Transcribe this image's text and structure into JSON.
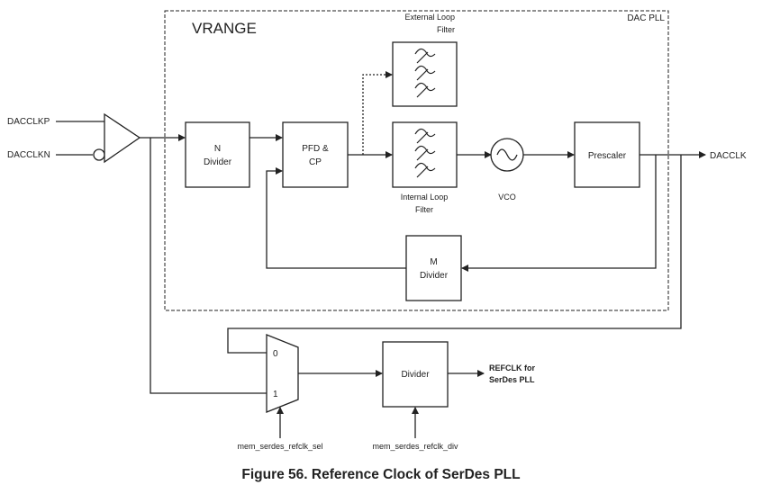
{
  "pll_region": {
    "title": "VRANGE",
    "corner_label": "DAC PLL"
  },
  "inputs": {
    "positive": "DACCLKP",
    "negative": "DACCLKN"
  },
  "blocks": {
    "n_divider": {
      "line1": "N",
      "line2": "Divider"
    },
    "pfd_cp": {
      "line1": "PFD &",
      "line2": "CP"
    },
    "external_filter": {
      "line1": "External Loop",
      "line2": "Filter"
    },
    "internal_filter": {
      "line1": "Internal Loop",
      "line2": "Filter"
    },
    "vco": {
      "label": "VCO"
    },
    "prescaler": {
      "label": "Prescaler"
    },
    "m_divider": {
      "line1": "M",
      "line2": "Divider"
    },
    "divider": {
      "label": "Divider"
    },
    "mux": {
      "input0": "0",
      "input1": "1"
    }
  },
  "outputs": {
    "dacclk": "DACCLK",
    "refclk_line1": "REFCLK for",
    "refclk_line2": "SerDes PLL"
  },
  "controls": {
    "mux_select": "mem_serdes_refclk_sel",
    "divider_select": "mem_serdes_refclk_div"
  },
  "caption": "Figure 56.  Reference Clock of SerDes PLL"
}
